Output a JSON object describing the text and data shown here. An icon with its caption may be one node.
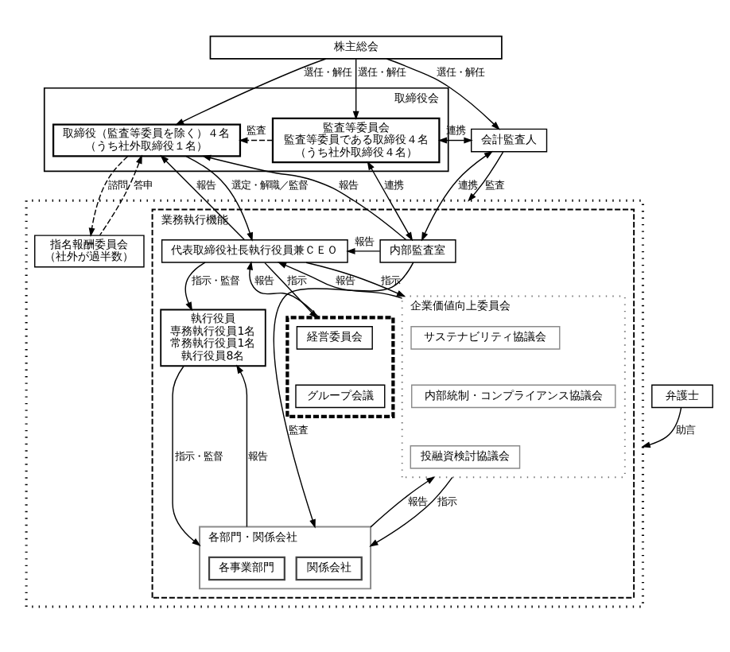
{
  "diagram": {
    "nodes": [
      {
        "text": [
          "株主総会"
        ]
      },
      {
        "text": [
          "取締役会"
        ]
      },
      {
        "text": [
          "取締役（監査等委員を除く）４名",
          "（うち社外取締役１名）"
        ],
        "in": 1
      },
      {
        "text": [
          "監査等委員会",
          "監査等委員である取締役４名",
          "（うち社外取締役４名）"
        ],
        "in": 1
      },
      {
        "text": [
          "会計監査人"
        ]
      },
      {
        "text": [],
        "shape": "box"
      },
      {
        "text": [
          "指名報酬委員会",
          "（社外が過半数）"
        ],
        "in": 5
      },
      {
        "text": [
          "業務執行機能"
        ],
        "in": 5
      },
      {
        "text": [
          "代表取締役社長執行役員兼ＣＥＯ"
        ],
        "in": 7
      },
      {
        "text": [
          "内部監査室"
        ],
        "in": 7
      },
      {
        "text": [],
        "shape": "box",
        "in": 7
      },
      {
        "text": [
          "経営委員会"
        ],
        "in": 10
      },
      {
        "text": [
          "グループ会議"
        ],
        "in": 10
      },
      {
        "text": [
          "執行役員",
          "専務執行役員1名",
          "常務執行役員1名",
          "執行役員8名"
        ],
        "in": 7
      },
      {
        "text": [
          "企業価値向上委員会"
        ],
        "in": 7
      },
      {
        "text": [
          "サステナビリティ協議会"
        ],
        "in": 14
      },
      {
        "text": [
          "内部統制・コンプライアンス協議会"
        ],
        "in": 14
      },
      {
        "text": [
          "投融資検討協議会"
        ],
        "in": 14
      },
      {
        "text": [
          "各部門・関係会社"
        ],
        "in": 7
      },
      {
        "text": [
          "各事業部門"
        ],
        "in": 18
      },
      {
        "text": [
          "関係会社"
        ],
        "in": 18
      },
      {
        "text": [
          "弁護士"
        ]
      }
    ],
    "edges": [
      {
        "from": 0,
        "to": 2,
        "arrow": "to",
        "label": "選任・解任"
      },
      {
        "from": 0,
        "to": 3,
        "arrow": "to",
        "label": "選任・解任"
      },
      {
        "from": 0,
        "to": 4,
        "arrow": "to",
        "label": "選任・解任"
      },
      {
        "from": 2,
        "to": 6,
        "arrow": "to",
        "label": "諮問",
        "style": "dashed"
      },
      {
        "from": 6,
        "to": 2,
        "arrow": "to",
        "label": "答申",
        "style": "dashed"
      },
      {
        "from": 3,
        "to": 2,
        "arrow": "to",
        "label": "監査",
        "style": "dashed"
      },
      {
        "from": 4,
        "to": 3,
        "arrow": "both",
        "label": "連携"
      },
      {
        "from": 2,
        "to": 8,
        "arrow": "to",
        "label": "選定・解職／監督"
      },
      {
        "from": 8,
        "to": 2,
        "arrow": "to",
        "label": "報告"
      },
      {
        "from": 9,
        "to": 2,
        "arrow": "to",
        "label": "報告"
      },
      {
        "from": 3,
        "to": 9,
        "arrow": "both",
        "label": "連携"
      },
      {
        "from": 4,
        "to": 9,
        "arrow": "both",
        "label": "連携"
      },
      {
        "from": 4,
        "to": 5,
        "arrow": "to",
        "label": "監査"
      },
      {
        "from": 9,
        "to": 8,
        "arrow": "to",
        "label": "報告"
      },
      {
        "from": 8,
        "to": 10,
        "arrow": "to",
        "label": "指示"
      },
      {
        "from": 10,
        "to": 8,
        "arrow": "to",
        "label": "報告"
      },
      {
        "from": 8,
        "to": 13,
        "arrow": "to",
        "label": "指示・監督"
      },
      {
        "from": 14,
        "to": 8,
        "arrow": "to",
        "label": "報告"
      },
      {
        "from": 8,
        "to": 14,
        "arrow": "to",
        "label": "指示"
      },
      {
        "from": 18,
        "to": 13,
        "arrow": "to",
        "label": "報告"
      },
      {
        "from": 13,
        "to": 18,
        "arrow": "to",
        "label": "指示・監督"
      },
      {
        "from": 18,
        "to": 14,
        "arrow": "to",
        "label": "報告"
      },
      {
        "from": 14,
        "to": 18,
        "arrow": "to",
        "label": "指示"
      },
      {
        "from": 9,
        "to": 18,
        "arrow": "to",
        "label": "監査"
      },
      {
        "from": 21,
        "to": 5,
        "arrow": "to",
        "label": "助言"
      }
    ]
  }
}
